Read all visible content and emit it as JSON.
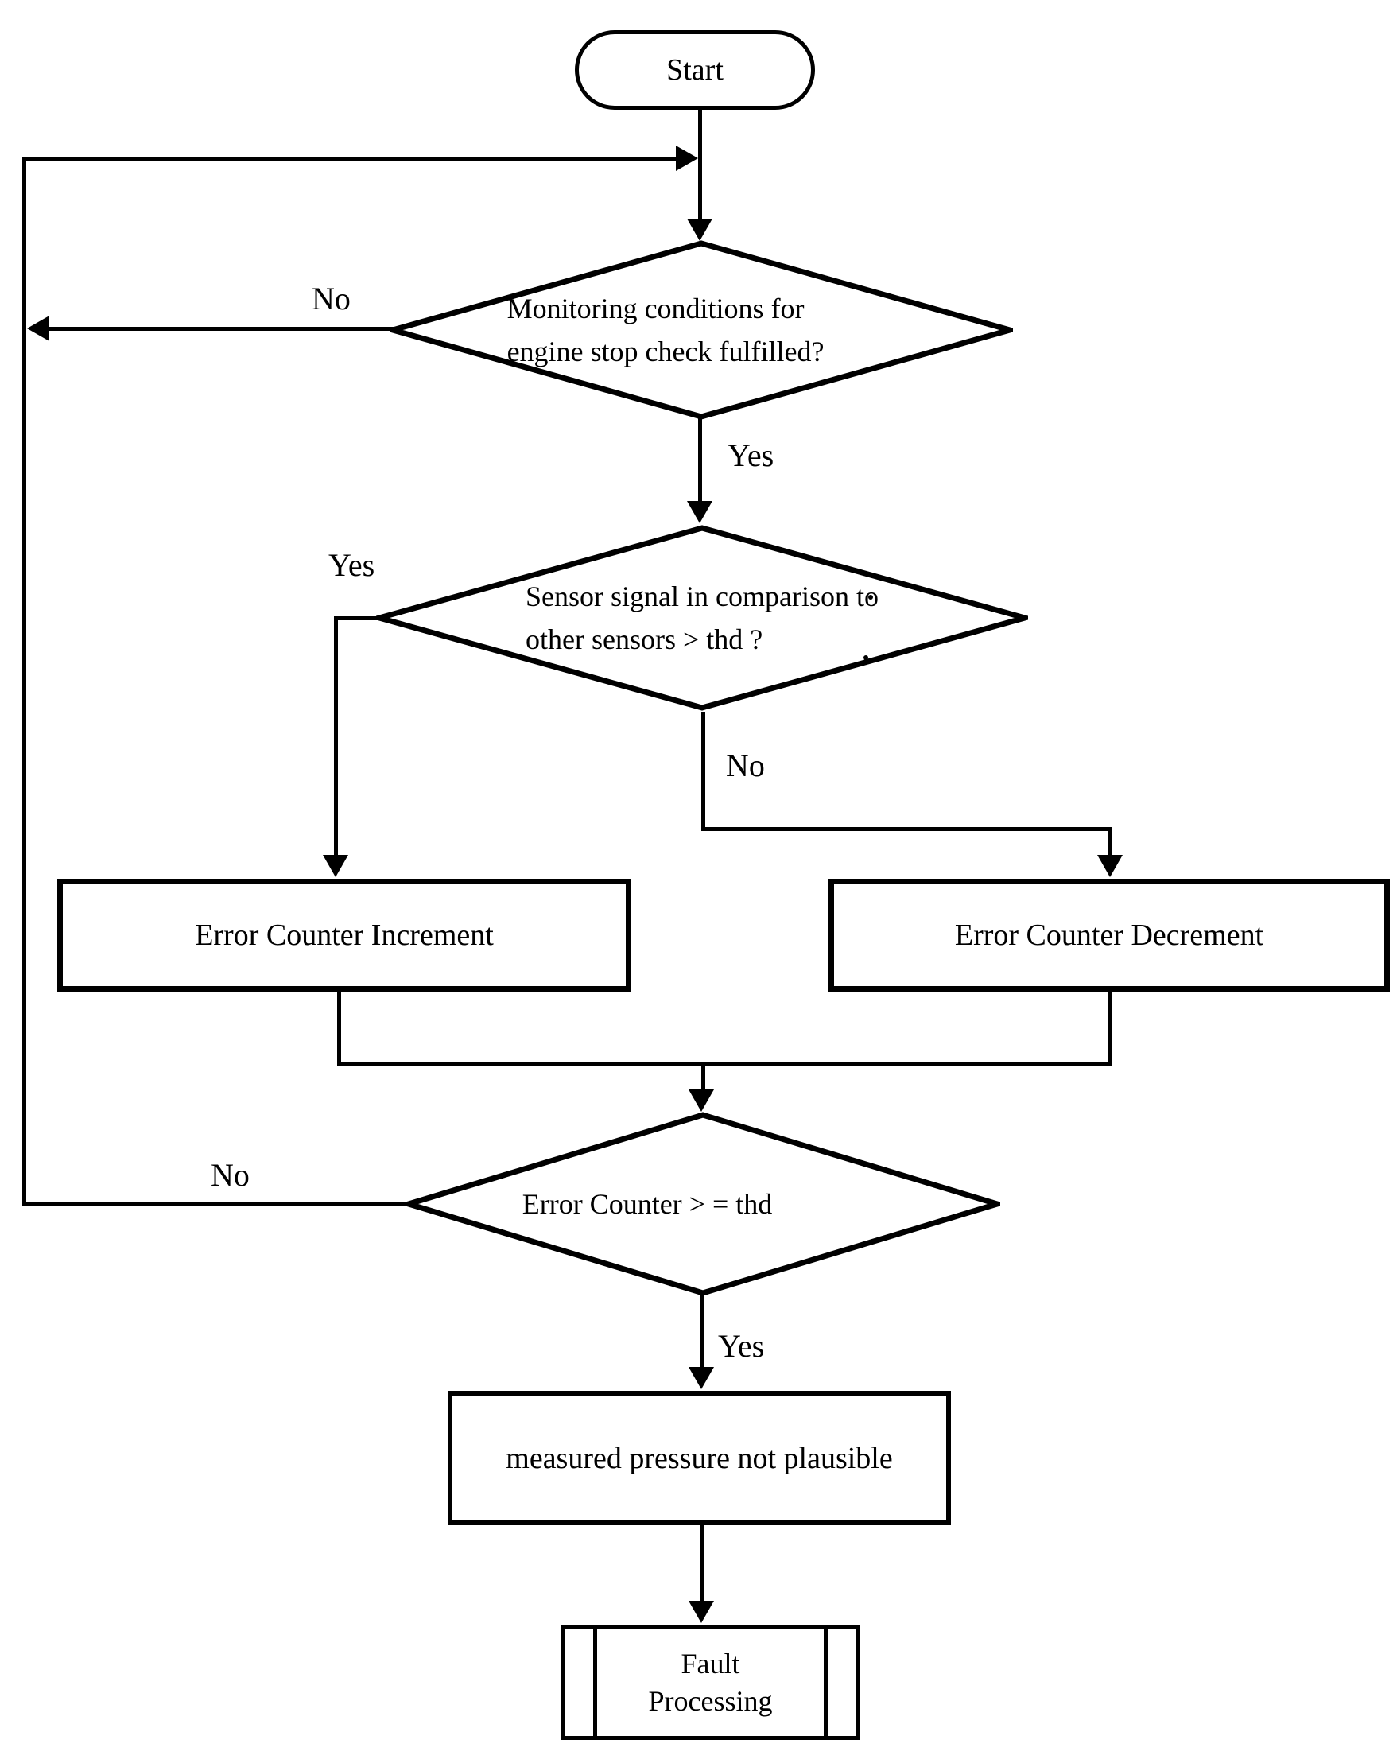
{
  "colors": {
    "ink": "#000000",
    "background": "#ffffff"
  },
  "nodes": {
    "start": {
      "label": "Start"
    },
    "decision_monitoring": {
      "line1": "Monitoring  conditions for",
      "line2": "engine stop check fulfilled?"
    },
    "decision_sensor": {
      "line1": "Sensor signal in comparison to",
      "line2": "other sensors > thd ?"
    },
    "process_increment": {
      "label": "Error Counter Increment"
    },
    "process_decrement": {
      "label": "Error Counter Decrement"
    },
    "decision_error_counter": {
      "label": "Error Counter > = thd"
    },
    "process_not_plausible": {
      "label": "measured pressure not plausible"
    },
    "predefined_fault": {
      "line1": "Fault",
      "line2": "Processing"
    }
  },
  "edge_labels": {
    "monitoring_no": "No",
    "monitoring_yes": "Yes",
    "sensor_yes": "Yes",
    "sensor_no": "No",
    "error_counter_no": "No",
    "error_counter_yes": "Yes"
  }
}
